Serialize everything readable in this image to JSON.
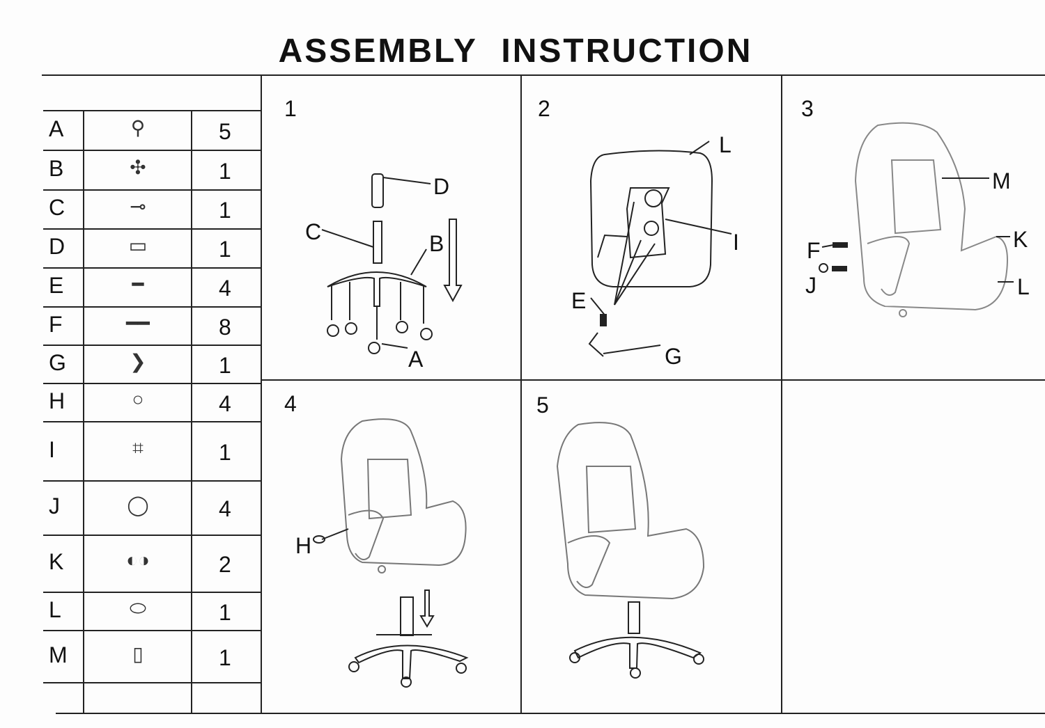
{
  "title": "ASSEMBLY INSTRUCTION",
  "parts": [
    {
      "letter": "A",
      "icon": "caster-icon",
      "qty": "5"
    },
    {
      "letter": "B",
      "icon": "base-icon",
      "qty": "1"
    },
    {
      "letter": "C",
      "icon": "gas-lift-icon",
      "qty": "1"
    },
    {
      "letter": "D",
      "icon": "cylinder-cover-icon",
      "qty": "1"
    },
    {
      "letter": "E",
      "icon": "short-bolt-icon",
      "qty": "4"
    },
    {
      "letter": "F",
      "icon": "long-bolt-icon",
      "qty": "8"
    },
    {
      "letter": "G",
      "icon": "allen-key-icon",
      "qty": "1"
    },
    {
      "letter": "H",
      "icon": "washer-icon",
      "qty": "4"
    },
    {
      "letter": "I",
      "icon": "mechanism-icon",
      "qty": "1"
    },
    {
      "letter": "J",
      "icon": "cap-icon",
      "qty": "4"
    },
    {
      "letter": "K",
      "icon": "armrest-icon",
      "qty": "2"
    },
    {
      "letter": "L",
      "icon": "seat-icon",
      "qty": "1"
    },
    {
      "letter": "M",
      "icon": "backrest-icon",
      "qty": "1"
    }
  ],
  "steps": [
    {
      "number": "1",
      "callouts": [
        "D",
        "C",
        "B",
        "A"
      ]
    },
    {
      "number": "2",
      "callouts": [
        "L",
        "I",
        "E",
        "G"
      ]
    },
    {
      "number": "3",
      "callouts": [
        "M",
        "K",
        "F",
        "J",
        "L"
      ]
    },
    {
      "number": "4",
      "callouts": [
        "H"
      ]
    },
    {
      "number": "5",
      "callouts": []
    }
  ]
}
